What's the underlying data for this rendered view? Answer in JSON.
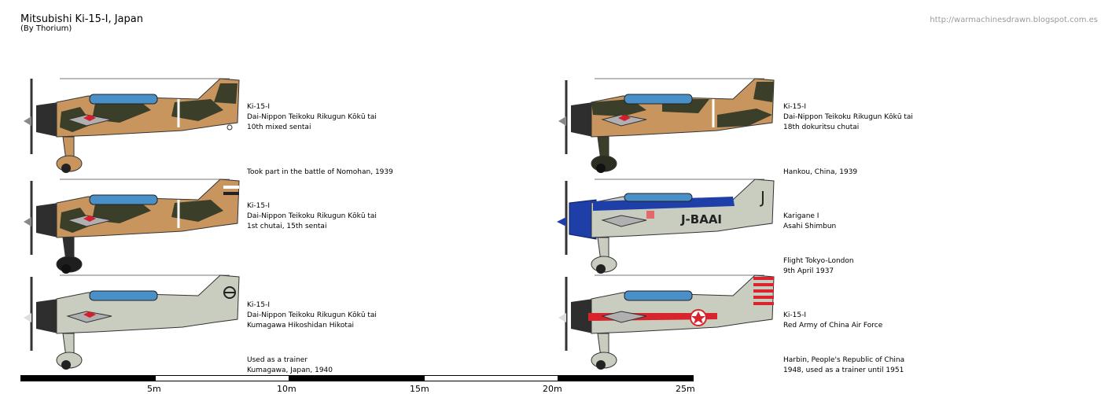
{
  "header": {
    "title": "Mitsubishi Ki-15-I, Japan",
    "author": "(By Thorium)",
    "url": "http://warmachinesdrawn.blogspot.com.es"
  },
  "aircraft": [
    {
      "id": "a1",
      "scheme": "camo-brown",
      "lines": [
        "Ki-15-I",
        "Dai-Nippon Teikoku Rikugun Kōkū tai",
        "10th mixed sentai"
      ],
      "note": [
        "Took part in the battle of Nomohan, 1939"
      ]
    },
    {
      "id": "a2",
      "scheme": "camo-brown",
      "lines": [
        "Ki-15-I",
        "Dai-Nippon Teikoku Rikugun Kōkū tai",
        "1st chutai, 15th sentai"
      ],
      "note": []
    },
    {
      "id": "a3",
      "scheme": "grey-trainer",
      "lines": [
        "Ki-15-I",
        "Dai-Nippon Teikoku Rikugun Kōkū tai",
        "Kumagawa Hikoshidan Hikotai"
      ],
      "note": [
        "Used as a trainer",
        "Kumagawa, Japan, 1940"
      ]
    },
    {
      "id": "b1",
      "scheme": "camo-brown",
      "lines": [
        "Ki-15-I",
        "Dai-Nippon Teikoku Rikugun Kōkū tai",
        "18th dokuritsu chutai"
      ],
      "note": [
        "Hankou, China, 1939"
      ]
    },
    {
      "id": "b2",
      "scheme": "civil-blue",
      "registration": "J-BAAI",
      "tail_letter": "J",
      "lines": [
        "Karigane I",
        "Asahi Shimbun"
      ],
      "note": [
        "Flight Tokyo-London",
        "9th April 1937"
      ]
    },
    {
      "id": "b3",
      "scheme": "china-red",
      "lines": [
        "Ki-15-I",
        "Red Army of China Air Force"
      ],
      "note": [
        "Harbin, People's Republic of China",
        "1948, used as a trainer until 1951"
      ]
    }
  ],
  "scale": {
    "labels": [
      "5m",
      "10m",
      "15m",
      "20m",
      "25m"
    ]
  },
  "colors": {
    "camo_tan": "#c9955e",
    "camo_green": "#3b3f2a",
    "trainer_grey": "#c9cdbf",
    "cowl_dark": "#2e2e2e",
    "blue_cowl": "#1f3fa8",
    "hinomaru": "#d4202c",
    "china_red": "#d8242c",
    "canopy": "#4a90c8"
  }
}
